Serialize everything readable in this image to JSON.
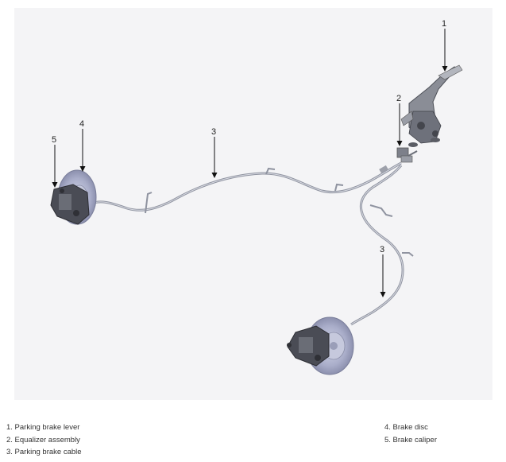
{
  "callouts": [
    "1",
    "2",
    "3",
    "3",
    "4",
    "5"
  ],
  "legend_left": [
    "1. Parking brake lever",
    "2. Equalizer assembly",
    "3. Parking brake cable"
  ],
  "legend_right": [
    "4. Brake disc",
    "5. Brake caliper"
  ],
  "colors": {
    "background": "#f4f4f6",
    "cable": "#8f93a0",
    "disc": "#a9adc9",
    "caliper": "#4a4c55",
    "lever": "#8a8d96"
  }
}
